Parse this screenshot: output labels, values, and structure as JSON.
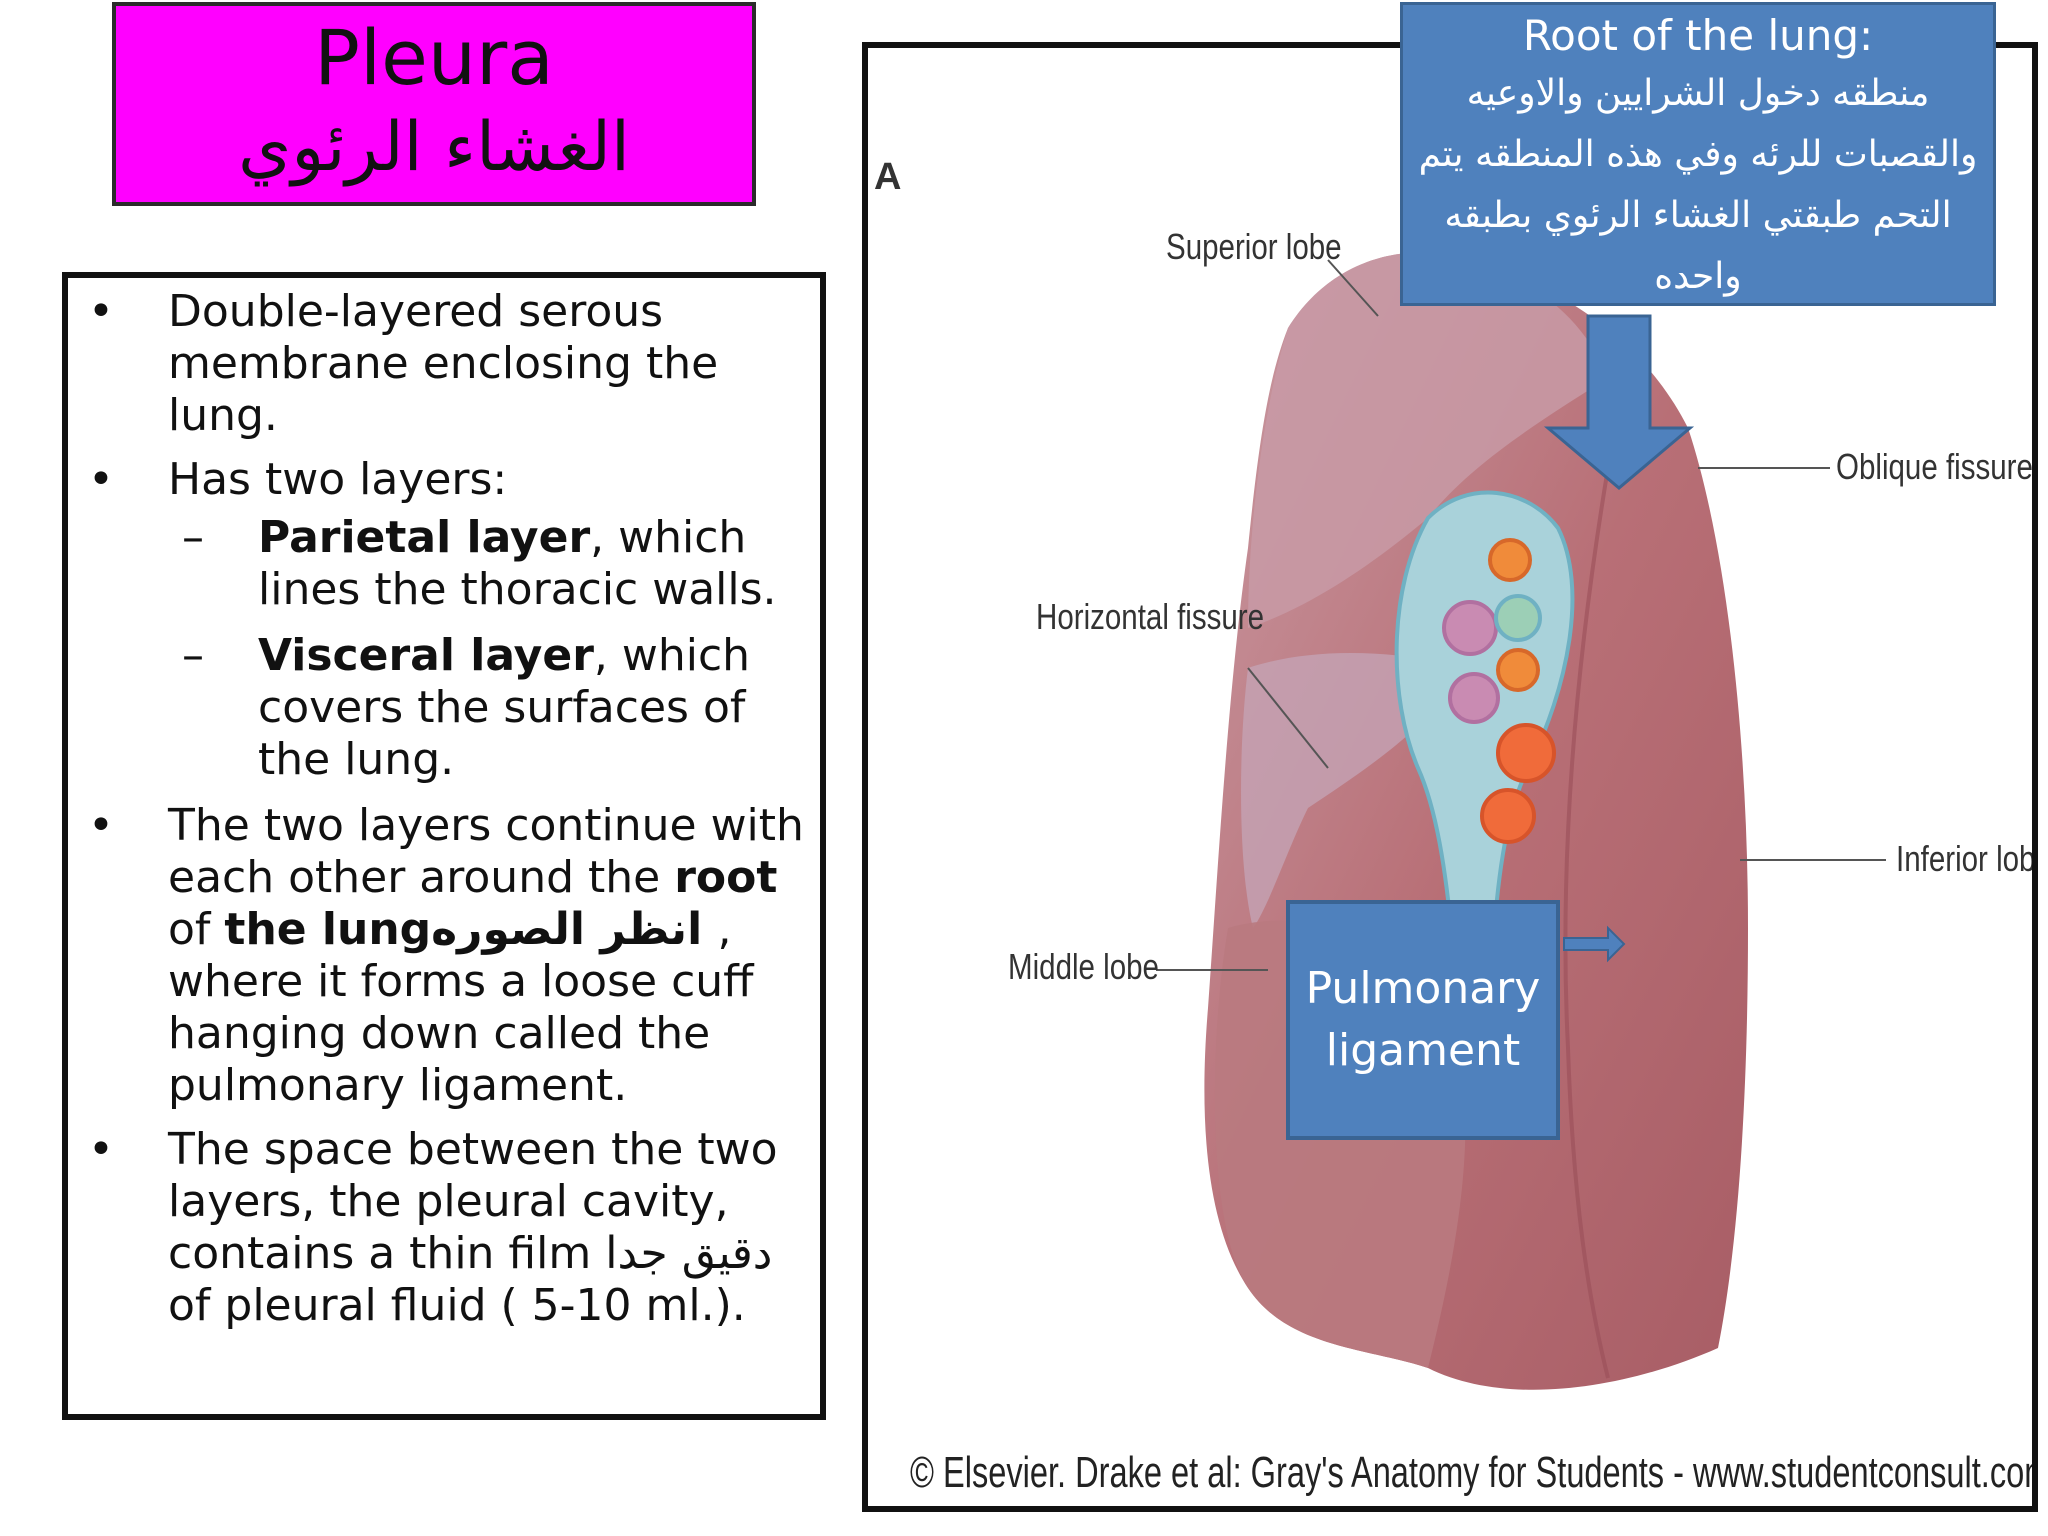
{
  "title": {
    "en": "Pleura",
    "ar": "الغشاء الرئوي"
  },
  "bullets": {
    "b1": "Double-layered serous membrane enclosing the lung.",
    "b2": "Has two layers:",
    "parietal": {
      "term": "Parietal layer",
      "rest": ", which lines the thoracic walls."
    },
    "visceral": {
      "term": "Visceral layer",
      "rest": ", which covers the surfaces of the lung."
    },
    "b3": {
      "part1": "The two layers continue with each other around the ",
      "root": "root",
      "of": " of ",
      "the_lung": "the lung",
      "ar": " انظر الصوره",
      "part2": ", where it forms a loose cuff hanging down called the pulmonary ligament."
    },
    "b4": {
      "part1": "The space between the two layers, the pleural cavity, contains a thin film ",
      "ar": "دقيق جدا",
      "part2": " of pleural fluid ( 5-10 ml.)."
    }
  },
  "figure": {
    "panel_letter": "A",
    "labels": {
      "superior": "Superior lobe",
      "horizontal": "Horizontal fissure",
      "middle": "Middle lobe",
      "oblique": "Oblique fissure",
      "inferior": "Inferior lobe"
    },
    "credit": "© Elsevier. Drake et al: Gray's Anatomy for Students - www.studentconsult.com"
  },
  "callouts": {
    "root": {
      "title": "Root of the lung:",
      "ar": "منطقه دخول الشرايين والاوعيه والقصبات للرئه وفي هذه المنطقه يتم التحم طبقتي الغشاء الرئوي بطبقه واحده"
    },
    "ligament": {
      "line1": "Pulmonary",
      "line2": "ligament"
    }
  },
  "colors": {
    "title_bg": "#ff00ff",
    "callout_bg": "#4f81bd",
    "lung": "#b86f76"
  }
}
